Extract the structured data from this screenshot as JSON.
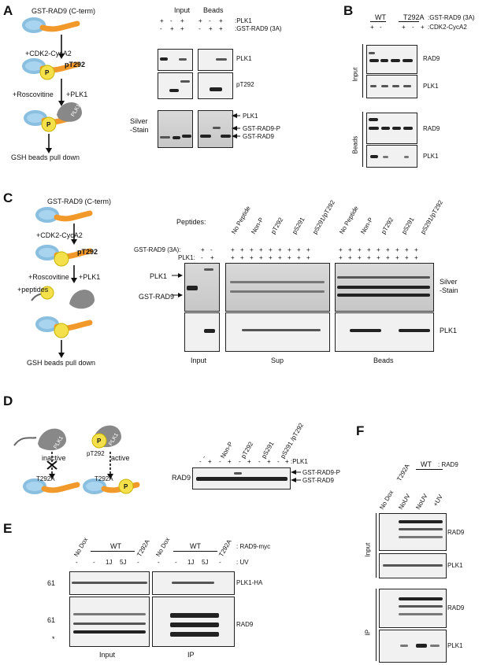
{
  "panels": {
    "A": "A",
    "B": "B",
    "C": "C",
    "D": "D",
    "E": "E",
    "F": "F"
  },
  "A": {
    "construct": "GST-RAD9 (C-term)",
    "step1": "+CDK2-CycA2",
    "site": "pT292",
    "step2a": "+Roscovitine",
    "step2b": "+PLK1",
    "step3": "GSH beads pull down",
    "p": "P",
    "plk": "PLK1",
    "col_input": "Input",
    "col_beads": "Beads",
    "row1_lane": ":PLK1",
    "row2_lane": ":GST-RAD9 (3A)",
    "row1_signs": [
      "+",
      "-",
      "+",
      "+",
      "-",
      "+"
    ],
    "row2_signs": [
      "-",
      "+",
      "+",
      "-",
      "+",
      "+"
    ],
    "blot1": "PLK1",
    "blot2": "pT292",
    "silver": "Silver",
    "stain": "-Stain",
    "band_p": "GST-RAD9-P",
    "band_g": "GST-RAD9",
    "band_plk": "PLK1"
  },
  "B": {
    "wt": "WT",
    "t292a": "T292A",
    "row1_lane": ":GST-RAD9 (3A)",
    "row2_lane": ":CDK2-CycA2",
    "signs": [
      "+",
      "-",
      "+",
      "-",
      "+"
    ],
    "input": "Input",
    "beads": "Beads",
    "rad9": "RAD9",
    "plk1": "PLK1"
  },
  "C": {
    "construct": "GST-RAD9 (C-term)",
    "step1": "+CDK2-CycA2",
    "site": "pT292",
    "step2a": "+Roscovitine",
    "step2b": "+PLK1",
    "step3": "+peptides",
    "step4": "GSH beads pull down",
    "peptides_label": "Peptides:",
    "peptides": [
      "No Peptide",
      "Non-P",
      "pT292",
      "pS291",
      "pS291/pT292"
    ],
    "row1_lane": "GST-RAD9 (3A):",
    "row2_lane": "PLK1:",
    "plk1": "PLK1",
    "gst": "GST-RAD9",
    "silver": "Silver",
    "stain": "-Stain",
    "plk1_right": "PLK1",
    "input": "Input",
    "sup": "Sup",
    "beads": "Beads"
  },
  "D": {
    "inactive": "inactive",
    "active": "active",
    "site": "pT292",
    "mut1": "T292A",
    "mut2": "T292A",
    "p": "P",
    "plk": "PLK1",
    "cols": [
      "-",
      "Non-P",
      "pT292",
      "pS291",
      "pS291 /pT292"
    ],
    "lane_label": ":PLK1",
    "signs": [
      "-",
      "+",
      "-",
      "+",
      "-",
      "+",
      "-",
      "+",
      "-",
      "+"
    ],
    "rad9": "RAD9",
    "band_p": "GST-RAD9-P",
    "band_g": "GST-RAD9"
  },
  "E": {
    "nodox": "No Dox",
    "wt": "WT",
    "t292a": "T292A",
    "row1_lane": ": RAD9-myc",
    "row2_lane": ": UV",
    "uv": [
      "-",
      "-",
      "1J",
      "5J",
      "-"
    ],
    "mw": "61",
    "plk": "PLK1-HA",
    "rad9": "RAD9",
    "star": "*",
    "input": "Input",
    "ip": "IP"
  },
  "F": {
    "nodox": "No Dox",
    "t292a": "T292A",
    "wt": "WT",
    "lane_label": ": RAD9",
    "nouv1": "NoUV",
    "nouv2": "NoUV",
    "uv": "+UV",
    "rad9": "RAD9",
    "plk1": "PLK1",
    "input": "Input",
    "ip": "IP"
  }
}
